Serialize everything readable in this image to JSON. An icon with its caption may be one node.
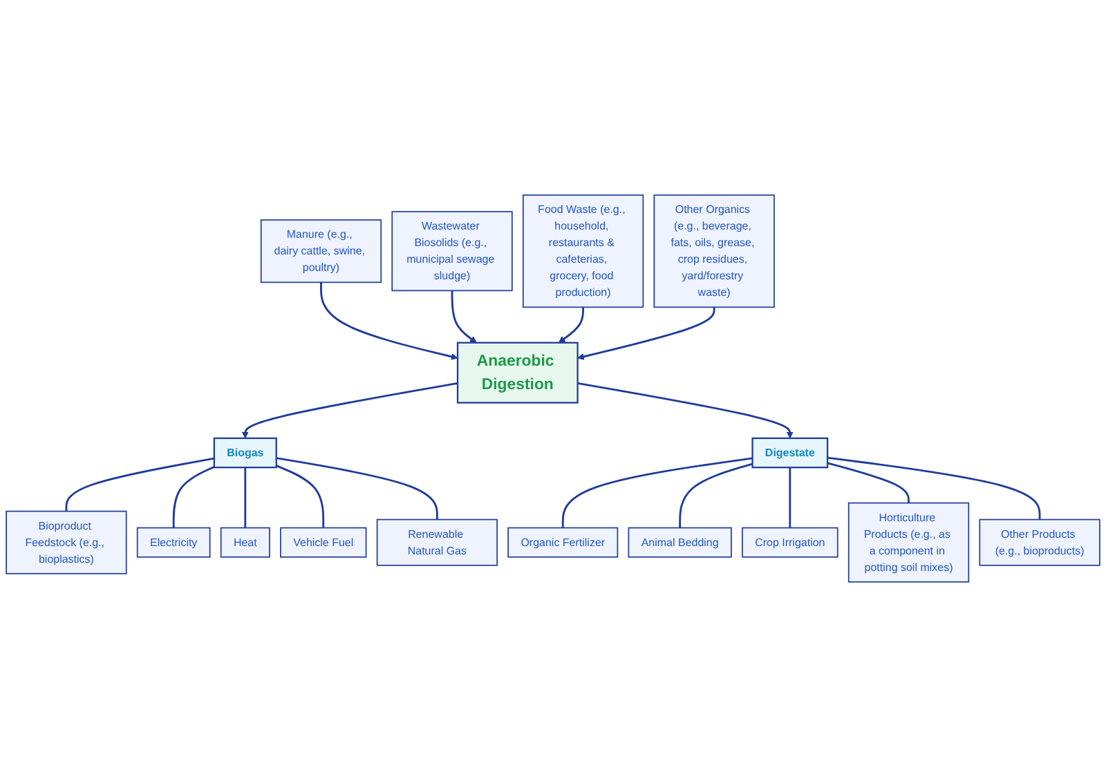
{
  "diagram": {
    "nodes": [
      {
        "text": [
          "Manure (e.g., dairy cattle, swine, poultry)"
        ]
      },
      {
        "text": [
          "Wastewater Biosolids (e.g., municipal sewage sludge)"
        ]
      },
      {
        "text": [
          "Food Waste (e.g., household, restaurants & cafeterias, grocery, food production)"
        ]
      },
      {
        "text": [
          "Other Organics (e.g., beverage, fats, oils, grease, crop residues, yard/forestry waste)"
        ]
      },
      {
        "text": [
          "Anaerobic Digestion"
        ]
      },
      {
        "text": [
          "Biogas"
        ]
      },
      {
        "text": [
          "Digestate"
        ]
      },
      {
        "text": [
          "Bioproduct Feedstock (e.g., bioplastics)"
        ]
      },
      {
        "text": [
          "Electricity"
        ]
      },
      {
        "text": [
          "Heat"
        ]
      },
      {
        "text": [
          "Vehicle Fuel"
        ]
      },
      {
        "text": [
          "Renewable Natural Gas"
        ]
      },
      {
        "text": [
          "Organic Fertilizer"
        ]
      },
      {
        "text": [
          "Animal Bedding"
        ]
      },
      {
        "text": [
          "Crop Irrigation"
        ]
      },
      {
        "text": [
          "Horticulture Products (e.g., as a component in potting soil mixes)"
        ]
      },
      {
        "text": [
          "Other Products (e.g., bioproducts)"
        ]
      }
    ],
    "edges": [
      {
        "from": 0,
        "to": 4,
        "arrow": "to"
      },
      {
        "from": 1,
        "to": 4,
        "arrow": "to"
      },
      {
        "from": 2,
        "to": 4,
        "arrow": "to"
      },
      {
        "from": 3,
        "to": 4,
        "arrow": "to"
      },
      {
        "from": 4,
        "to": 5,
        "arrow": "to"
      },
      {
        "from": 4,
        "to": 6,
        "arrow": "to"
      },
      {
        "from": 5,
        "to": 7,
        "arrow": "none"
      },
      {
        "from": 5,
        "to": 8,
        "arrow": "none"
      },
      {
        "from": 5,
        "to": 9,
        "arrow": "none"
      },
      {
        "from": 5,
        "to": 10,
        "arrow": "none"
      },
      {
        "from": 5,
        "to": 11,
        "arrow": "none"
      },
      {
        "from": 6,
        "to": 12,
        "arrow": "none"
      },
      {
        "from": 6,
        "to": 13,
        "arrow": "none"
      },
      {
        "from": 6,
        "to": 14,
        "arrow": "none"
      },
      {
        "from": 6,
        "to": 15,
        "arrow": "none"
      },
      {
        "from": 6,
        "to": 16,
        "arrow": "none"
      }
    ]
  }
}
